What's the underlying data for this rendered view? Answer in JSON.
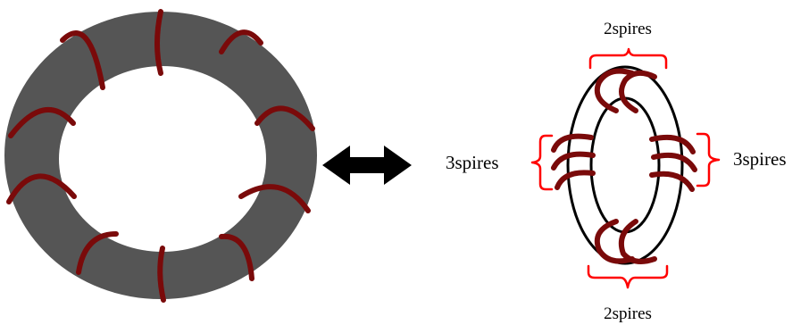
{
  "labels": {
    "top": "2spires",
    "bottom": "2spires",
    "left": "3spires",
    "right": "3spires"
  },
  "colors": {
    "core": "#555555",
    "winding": "#7a0a0a",
    "brace": "#ff0000",
    "outline": "#000000",
    "arrow": "#000000"
  },
  "icons": {
    "equivalence_arrow": "double-headed-arrow"
  }
}
